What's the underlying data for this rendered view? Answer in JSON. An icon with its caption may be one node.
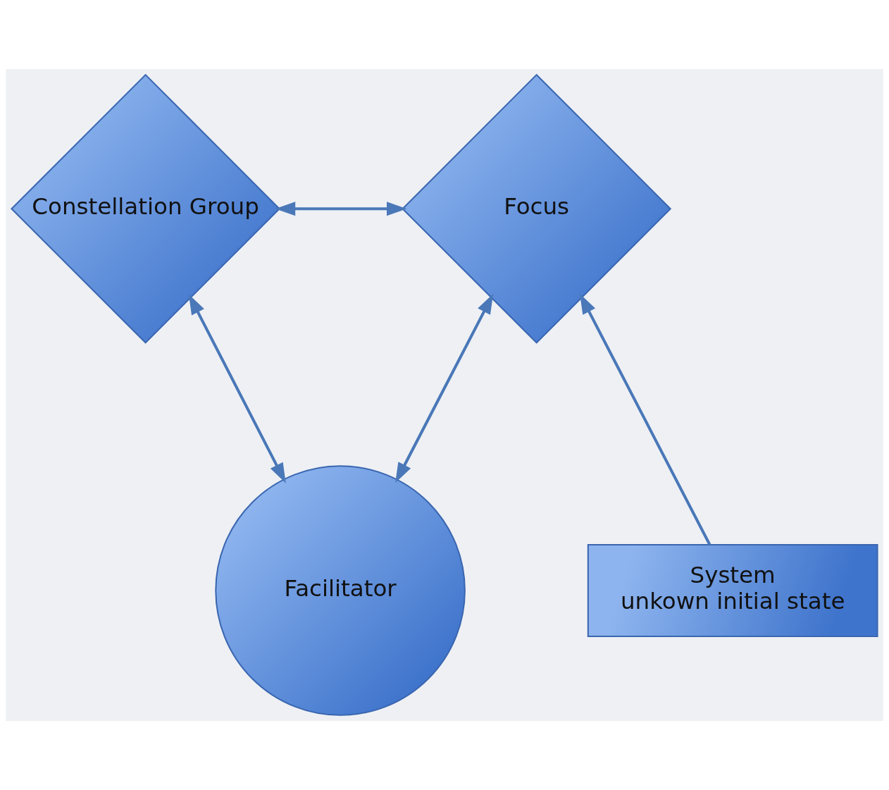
{
  "diagram": {
    "nodes": [
      {
        "text": [
          "Constellation Group"
        ]
      },
      {
        "text": [
          "Focus"
        ]
      },
      {
        "text": [
          "Facilitator"
        ]
      },
      {
        "text": [
          "System",
          "unkown initial state"
        ]
      }
    ],
    "edges": [
      {
        "from": 0,
        "to": 1,
        "arrow": "both"
      },
      {
        "from": 0,
        "to": 2,
        "arrow": "both"
      },
      {
        "from": 1,
        "to": 2,
        "arrow": "both"
      },
      {
        "from": 3,
        "to": 1,
        "arrow": "to"
      }
    ]
  }
}
